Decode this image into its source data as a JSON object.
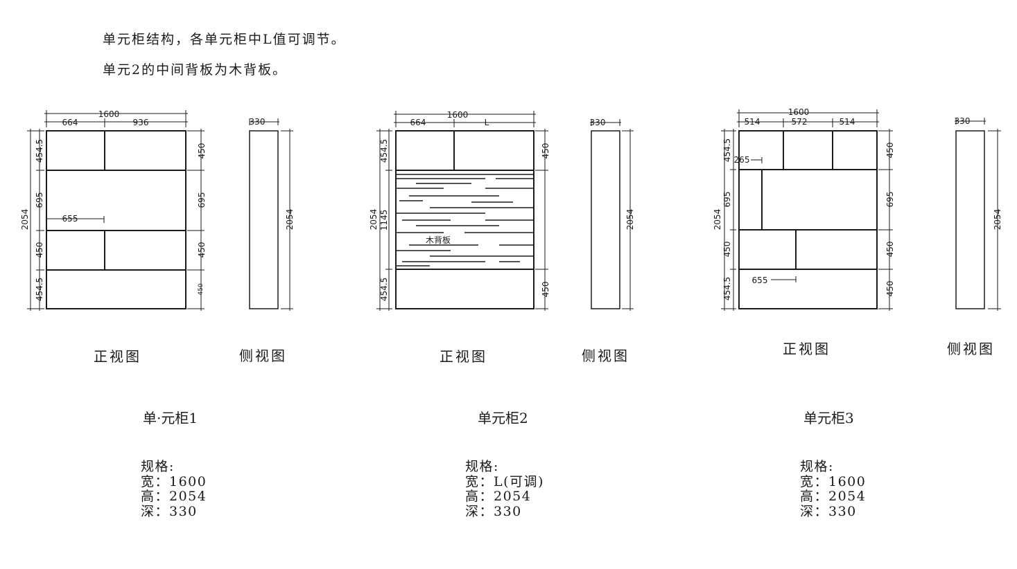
{
  "notes": [
    "单元柜结构，各单元柜中L值可调节。",
    "单元2的中间背板为木背板。"
  ],
  "views": {
    "front": "正视图",
    "side": "侧视图"
  },
  "units": [
    {
      "name": "单·元柜1",
      "spec": {
        "heading": "规格:",
        "width": "宽：1600",
        "height": "高：2054",
        "depth": "深：330"
      },
      "front_dims": {
        "top_total": "1600",
        "top_parts": [
          "664",
          "936"
        ],
        "left_total": "2054",
        "left_parts": [
          "454.5",
          "695",
          "450",
          "454.5"
        ],
        "right_parts": [
          "450",
          "695",
          "450",
          "450"
        ],
        "inner": "655"
      },
      "side_dims": {
        "depth": "330",
        "height": "2054"
      }
    },
    {
      "name": "单元柜2",
      "spec": {
        "heading": "规格:",
        "width": "宽：L(可调)",
        "height": "高：2054",
        "depth": "深：330"
      },
      "front_dims": {
        "top_total": "1600",
        "top_parts": [
          "664",
          "L"
        ],
        "left_total": "2054",
        "left_parts": [
          "454.5",
          "1145",
          "454.5"
        ],
        "right_parts": [
          "450",
          "450"
        ],
        "inner": "木背板"
      },
      "side_dims": {
        "depth": "330",
        "height": "2054"
      }
    },
    {
      "name": "单元柜3",
      "spec": {
        "heading": "规格:",
        "width": "宽：1600",
        "height": "高：2054",
        "depth": "深：330"
      },
      "front_dims": {
        "top_total": "1600",
        "top_parts": [
          "514",
          "572",
          "514"
        ],
        "left_total": "2054",
        "left_parts": [
          "454.5",
          "695",
          "450",
          "454.5"
        ],
        "right_parts": [
          "450",
          "695",
          "450",
          "450"
        ],
        "inner": [
          "265",
          "655"
        ]
      },
      "side_dims": {
        "depth": "330",
        "height": "2054"
      }
    }
  ]
}
